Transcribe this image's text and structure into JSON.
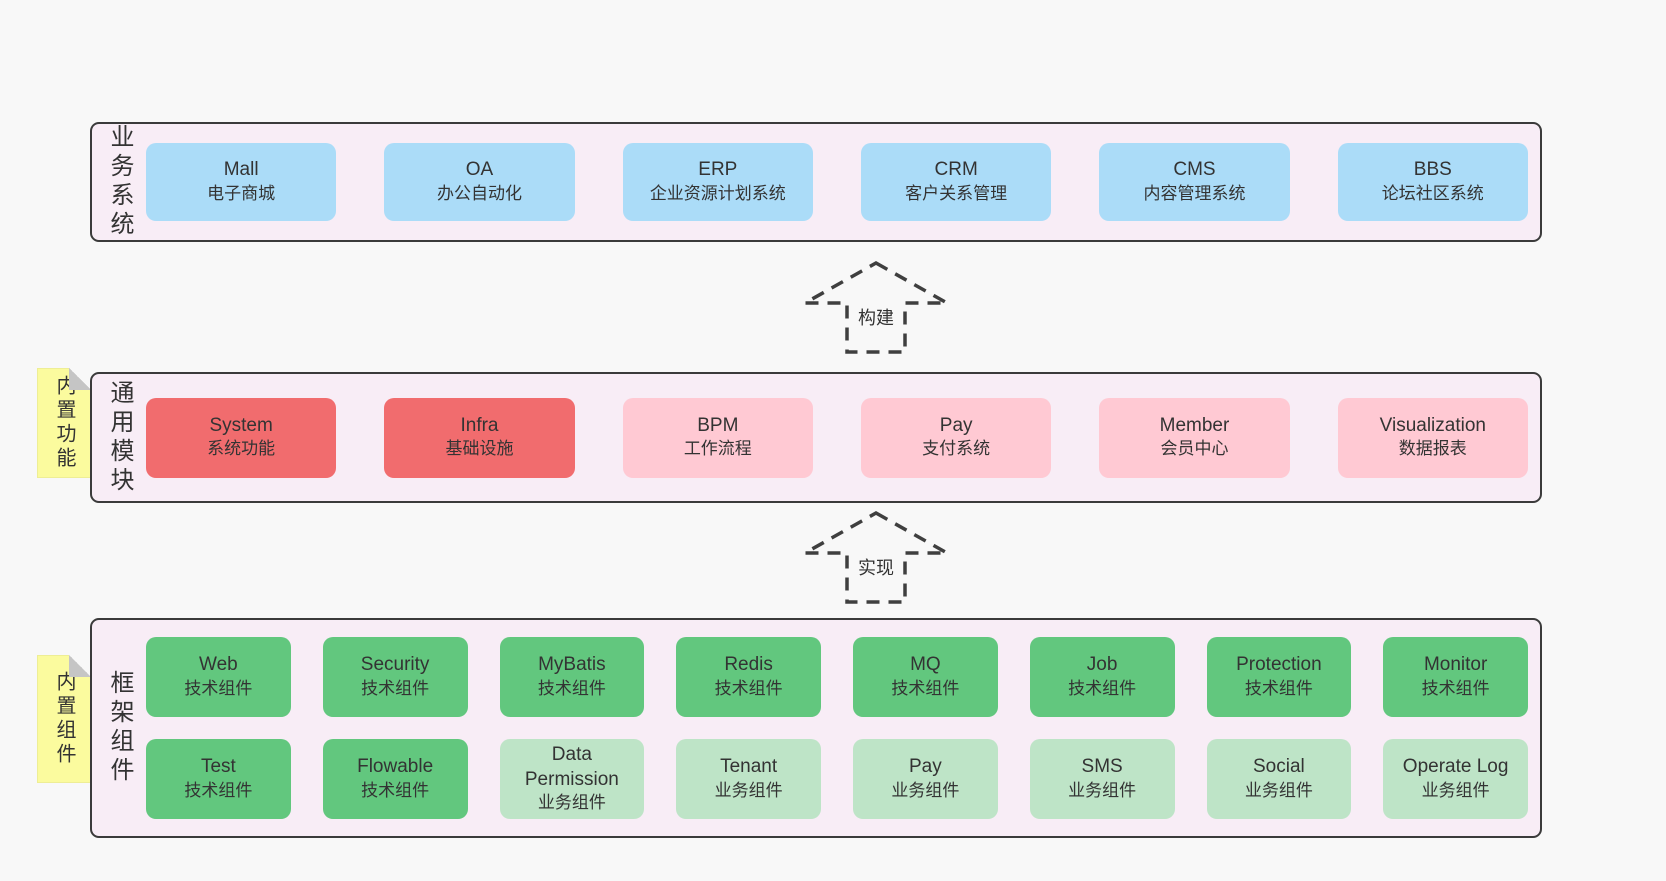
{
  "colors": {
    "page_bg": "#f8f8f8",
    "panel_bg": "#f8edf6",
    "panel_border": "#3b3b3b",
    "blue": "#abdcf8",
    "red": "#f16c6e",
    "pink": "#ffc9d3",
    "green_dark": "#62c77e",
    "green_light": "#bee4c7",
    "note_bg": "#fbfb9e",
    "note_fold": "#c5c5c5",
    "text": "#333333"
  },
  "notes": [
    {
      "text": "内置功能"
    },
    {
      "text": "内置组件"
    }
  ],
  "arrows": [
    {
      "label": "构建"
    },
    {
      "label": "实现"
    }
  ],
  "sections": [
    {
      "label": "业务系统",
      "rows": [
        [
          {
            "name": "Mall",
            "subtitle": "电子商城",
            "color": "blue"
          },
          {
            "name": "OA",
            "subtitle": "办公自动化",
            "color": "blue"
          },
          {
            "name": "ERP",
            "subtitle": "企业资源计划系统",
            "color": "blue"
          },
          {
            "name": "CRM",
            "subtitle": "客户关系管理",
            "color": "blue"
          },
          {
            "name": "CMS",
            "subtitle": "内容管理系统",
            "color": "blue"
          },
          {
            "name": "BBS",
            "subtitle": "论坛社区系统",
            "color": "blue"
          }
        ]
      ]
    },
    {
      "label": "通用模块",
      "rows": [
        [
          {
            "name": "System",
            "subtitle": "系统功能",
            "color": "red"
          },
          {
            "name": "Infra",
            "subtitle": "基础设施",
            "color": "red"
          },
          {
            "name": "BPM",
            "subtitle": "工作流程",
            "color": "pink"
          },
          {
            "name": "Pay",
            "subtitle": "支付系统",
            "color": "pink"
          },
          {
            "name": "Member",
            "subtitle": "会员中心",
            "color": "pink"
          },
          {
            "name": "Visualization",
            "subtitle": "数据报表",
            "color": "pink"
          }
        ]
      ]
    },
    {
      "label": "框架组件",
      "rows": [
        [
          {
            "name": "Web",
            "subtitle": "技术组件",
            "color": "green_dark"
          },
          {
            "name": "Security",
            "subtitle": "技术组件",
            "color": "green_dark"
          },
          {
            "name": "MyBatis",
            "subtitle": "技术组件",
            "color": "green_dark"
          },
          {
            "name": "Redis",
            "subtitle": "技术组件",
            "color": "green_dark"
          },
          {
            "name": "MQ",
            "subtitle": "技术组件",
            "color": "green_dark"
          },
          {
            "name": "Job",
            "subtitle": "技术组件",
            "color": "green_dark"
          },
          {
            "name": "Protection",
            "subtitle": "技术组件",
            "color": "green_dark"
          },
          {
            "name": "Monitor",
            "subtitle": "技术组件",
            "color": "green_dark"
          }
        ],
        [
          {
            "name": "Test",
            "subtitle": "技术组件",
            "color": "green_dark"
          },
          {
            "name": "Flowable",
            "subtitle": "技术组件",
            "color": "green_dark"
          },
          {
            "name": "Data Permission",
            "subtitle": "业务组件",
            "color": "green_light"
          },
          {
            "name": "Tenant",
            "subtitle": "业务组件",
            "color": "green_light"
          },
          {
            "name": "Pay",
            "subtitle": "业务组件",
            "color": "green_light"
          },
          {
            "name": "SMS",
            "subtitle": "业务组件",
            "color": "green_light"
          },
          {
            "name": "Social",
            "subtitle": "业务组件",
            "color": "green_light"
          },
          {
            "name": "Operate Log",
            "subtitle": "业务组件",
            "color": "green_light"
          }
        ]
      ]
    }
  ]
}
